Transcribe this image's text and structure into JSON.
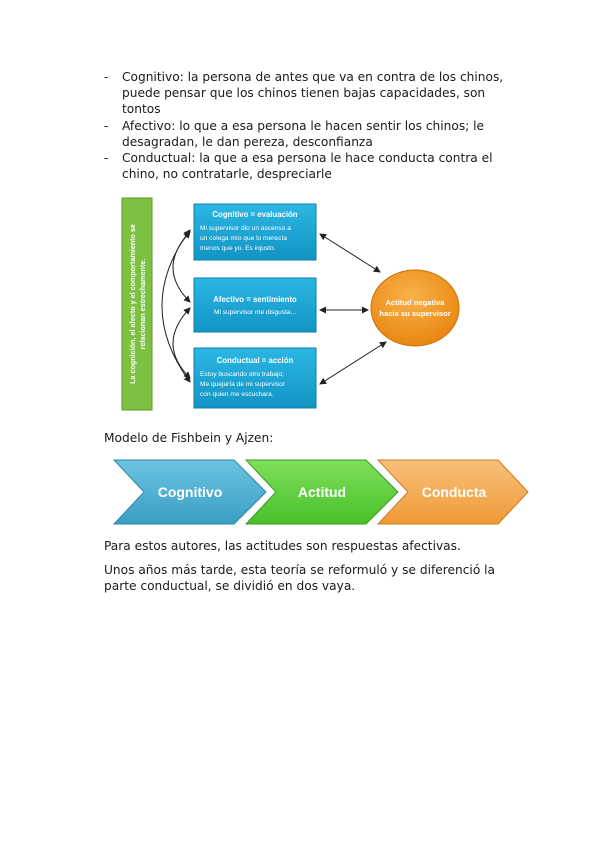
{
  "bullets": [
    "Cognitivo: la persona de antes que va en contra de los chinos, puede pensar que los chinos tienen bajas capacidades, son tontos",
    "Afectivo: lo que a esa persona le hacen sentir los chinos; le desagradan, le dan pereza, desconfianza",
    "Conductual: la que a esa persona le hace conducta contra el chino, no contratarle, despreciarle"
  ],
  "diagram": {
    "side_label": {
      "line1": "La cognición, el afecto y el comportamiento se",
      "line2": "relacionan estrechamente."
    },
    "boxes": [
      {
        "title": "Cognitivo = evaluación",
        "lines": [
          "Mi supervisor dio un ascenso a",
          "un colega mío que lo merecía",
          "menos que yo. Es injusto."
        ]
      },
      {
        "title": "Afectivo = sentimiento",
        "lines": [
          "Mi supervisor me disgusta..."
        ]
      },
      {
        "title": "Conductual = acción",
        "lines": [
          "Estoy buscando otro trabajo;",
          "Me quejaría de mi supervisor",
          "con quien me escuchara."
        ]
      }
    ],
    "outcome": {
      "line1": "Actitud negativa",
      "line2": "hacia su supervisor"
    },
    "colors": {
      "box": "#1ba8d8",
      "box_border": "#0b7fae",
      "side": "#7dc142",
      "outcome": "#f39a1f"
    }
  },
  "model_caption": "Modelo de Fishbein y Ajzen:",
  "chevrons": [
    {
      "label": "Cognitivo",
      "color": "#4aaed0"
    },
    {
      "label": "Actitud",
      "color": "#5fd23c"
    },
    {
      "label": "Conducta",
      "color": "#f5ab52"
    }
  ],
  "paragraphs": [
    "Para estos autores, las actitudes son respuestas afectivas.",
    "Unos años más tarde, esta teoría se reformuló y se diferenció la parte conductual, se dividió en dos vaya."
  ]
}
